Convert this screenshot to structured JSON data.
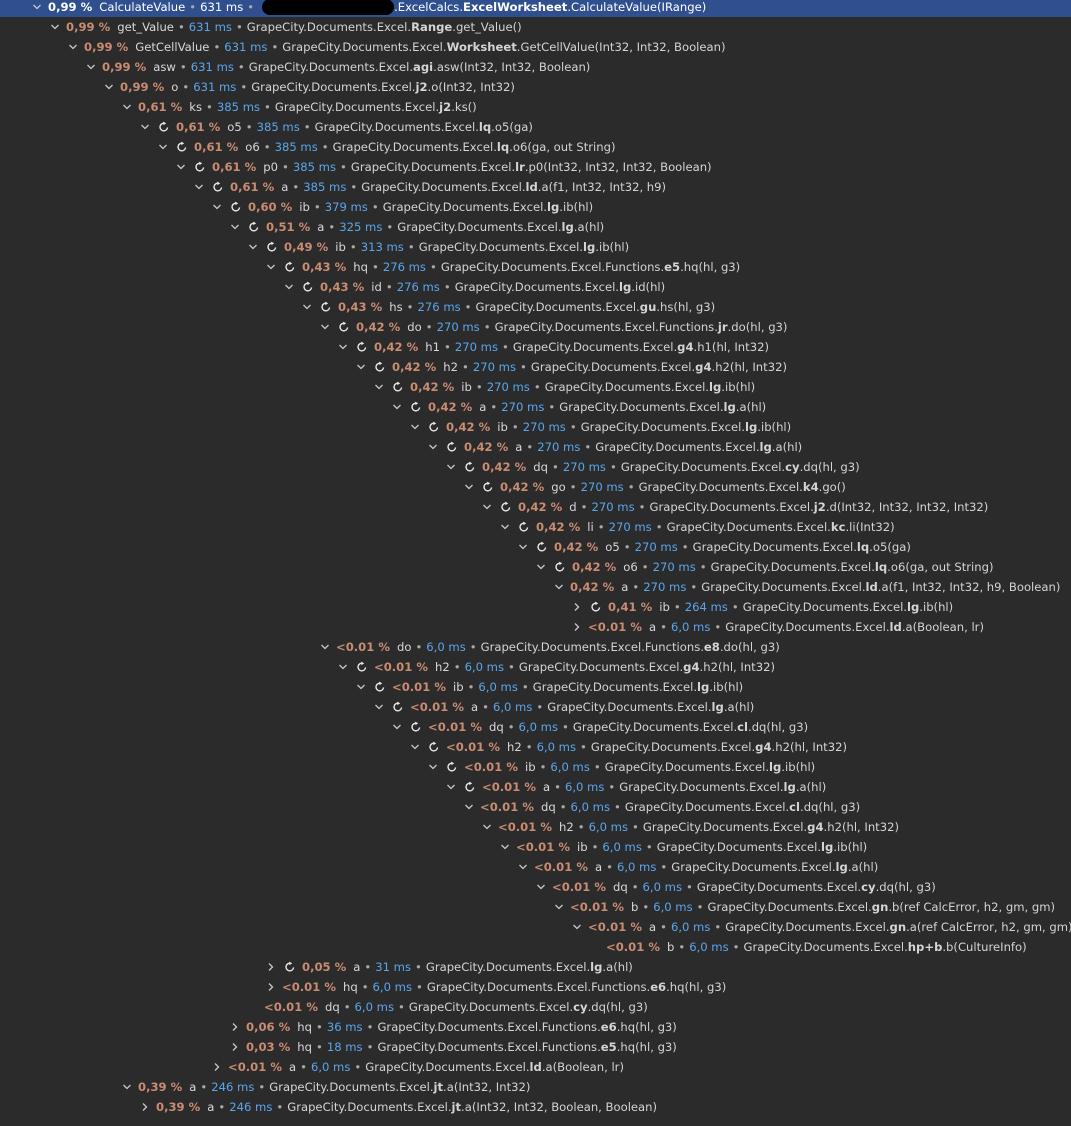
{
  "separator": "•",
  "rows": [
    {
      "d": 1,
      "e": "open",
      "r": false,
      "sel": true,
      "pct": "0,99 %",
      "name": "CalculateValue",
      "time": "631 ms",
      "pre": "",
      "redact": true,
      "ns": ".ExcelCalcs.",
      "cls": "ExcelWorksheet",
      "sig": ".CalculateValue(IRange)"
    },
    {
      "d": 2,
      "e": "open",
      "r": false,
      "pct": "0,99 %",
      "name": "get_Value",
      "time": "631 ms",
      "ns": "GrapeCity.Documents.Excel.",
      "cls": "Range",
      "sig": ".get_Value()"
    },
    {
      "d": 3,
      "e": "open",
      "r": false,
      "pct": "0,99 %",
      "name": "GetCellValue",
      "time": "631 ms",
      "ns": "GrapeCity.Documents.Excel.",
      "cls": "Worksheet",
      "sig": ".GetCellValue(Int32, Int32, Boolean)"
    },
    {
      "d": 4,
      "e": "open",
      "r": false,
      "pct": "0,99 %",
      "name": "asw",
      "time": "631 ms",
      "ns": "GrapeCity.Documents.Excel.",
      "cls": "agi",
      "sig": ".asw(Int32, Int32, Boolean)"
    },
    {
      "d": 5,
      "e": "open",
      "r": false,
      "pct": "0,99 %",
      "name": "o",
      "time": "631 ms",
      "ns": "GrapeCity.Documents.Excel.",
      "cls": "j2",
      "sig": ".o(Int32, Int32)"
    },
    {
      "d": 6,
      "e": "open",
      "r": false,
      "pct": "0,61 %",
      "name": "ks",
      "time": "385 ms",
      "ns": "GrapeCity.Documents.Excel.",
      "cls": "j2",
      "sig": ".ks()"
    },
    {
      "d": 7,
      "e": "open",
      "r": true,
      "pct": "0,61 %",
      "name": "o5",
      "time": "385 ms",
      "ns": "GrapeCity.Documents.Excel.",
      "cls": "lq",
      "sig": ".o5(ga)"
    },
    {
      "d": 8,
      "e": "open",
      "r": true,
      "pct": "0,61 %",
      "name": "o6",
      "time": "385 ms",
      "ns": "GrapeCity.Documents.Excel.",
      "cls": "lq",
      "sig": ".o6(ga, out String)"
    },
    {
      "d": 9,
      "e": "open",
      "r": true,
      "pct": "0,61 %",
      "name": "p0",
      "time": "385 ms",
      "ns": "GrapeCity.Documents.Excel.",
      "cls": "lr",
      "sig": ".p0(Int32, Int32, Int32, Boolean)"
    },
    {
      "d": 10,
      "e": "open",
      "r": true,
      "pct": "0,61 %",
      "name": "a",
      "time": "385 ms",
      "ns": "GrapeCity.Documents.Excel.",
      "cls": "ld",
      "sig": ".a(f1, Int32, Int32, h9)"
    },
    {
      "d": 11,
      "e": "open",
      "r": true,
      "pct": "0,60 %",
      "name": "ib",
      "time": "379 ms",
      "ns": "GrapeCity.Documents.Excel.",
      "cls": "lg",
      "sig": ".ib(hl)"
    },
    {
      "d": 12,
      "e": "open",
      "r": true,
      "pct": "0,51 %",
      "name": "a",
      "time": "325 ms",
      "ns": "GrapeCity.Documents.Excel.",
      "cls": "lg",
      "sig": ".a(hl)"
    },
    {
      "d": 13,
      "e": "open",
      "r": true,
      "pct": "0,49 %",
      "name": "ib",
      "time": "313 ms",
      "ns": "GrapeCity.Documents.Excel.",
      "cls": "lg",
      "sig": ".ib(hl)"
    },
    {
      "d": 14,
      "e": "open",
      "r": true,
      "pct": "0,43 %",
      "name": "hq",
      "time": "276 ms",
      "ns": "GrapeCity.Documents.Excel.Functions.",
      "cls": "e5",
      "sig": ".hq(hl, g3)"
    },
    {
      "d": 15,
      "e": "open",
      "r": true,
      "pct": "0,43 %",
      "name": "id",
      "time": "276 ms",
      "ns": "GrapeCity.Documents.Excel.",
      "cls": "lg",
      "sig": ".id(hl)"
    },
    {
      "d": 16,
      "e": "open",
      "r": true,
      "pct": "0,43 %",
      "name": "hs",
      "time": "276 ms",
      "ns": "GrapeCity.Documents.Excel.",
      "cls": "gu",
      "sig": ".hs(hl, g3)"
    },
    {
      "d": 17,
      "e": "open",
      "r": true,
      "pct": "0,42 %",
      "name": "do",
      "time": "270 ms",
      "ns": "GrapeCity.Documents.Excel.Functions.",
      "cls": "jr",
      "sig": ".do(hl, g3)"
    },
    {
      "d": 18,
      "e": "open",
      "r": true,
      "pct": "0,42 %",
      "name": "h1",
      "time": "270 ms",
      "ns": "GrapeCity.Documents.Excel.",
      "cls": "g4",
      "sig": ".h1(hl, Int32)"
    },
    {
      "d": 19,
      "e": "open",
      "r": true,
      "pct": "0,42 %",
      "name": "h2",
      "time": "270 ms",
      "ns": "GrapeCity.Documents.Excel.",
      "cls": "g4",
      "sig": ".h2(hl, Int32)"
    },
    {
      "d": 20,
      "e": "open",
      "r": true,
      "pct": "0,42 %",
      "name": "ib",
      "time": "270 ms",
      "ns": "GrapeCity.Documents.Excel.",
      "cls": "lg",
      "sig": ".ib(hl)"
    },
    {
      "d": 21,
      "e": "open",
      "r": true,
      "pct": "0,42 %",
      "name": "a",
      "time": "270 ms",
      "ns": "GrapeCity.Documents.Excel.",
      "cls": "lg",
      "sig": ".a(hl)"
    },
    {
      "d": 22,
      "e": "open",
      "r": true,
      "pct": "0,42 %",
      "name": "ib",
      "time": "270 ms",
      "ns": "GrapeCity.Documents.Excel.",
      "cls": "lg",
      "sig": ".ib(hl)"
    },
    {
      "d": 23,
      "e": "open",
      "r": true,
      "pct": "0,42 %",
      "name": "a",
      "time": "270 ms",
      "ns": "GrapeCity.Documents.Excel.",
      "cls": "lg",
      "sig": ".a(hl)"
    },
    {
      "d": 24,
      "e": "open",
      "r": true,
      "pct": "0,42 %",
      "name": "dq",
      "time": "270 ms",
      "ns": "GrapeCity.Documents.Excel.",
      "cls": "cy",
      "sig": ".dq(hl, g3)"
    },
    {
      "d": 25,
      "e": "open",
      "r": true,
      "pct": "0,42 %",
      "name": "go",
      "time": "270 ms",
      "ns": "GrapeCity.Documents.Excel.",
      "cls": "k4",
      "sig": ".go()"
    },
    {
      "d": 26,
      "e": "open",
      "r": true,
      "pct": "0,42 %",
      "name": "d",
      "time": "270 ms",
      "ns": "GrapeCity.Documents.Excel.",
      "cls": "j2",
      "sig": ".d(Int32, Int32, Int32, Int32)"
    },
    {
      "d": 27,
      "e": "open",
      "r": true,
      "pct": "0,42 %",
      "name": "li",
      "time": "270 ms",
      "ns": "GrapeCity.Documents.Excel.",
      "cls": "kc",
      "sig": ".li(Int32)"
    },
    {
      "d": 28,
      "e": "open",
      "r": true,
      "pct": "0,42 %",
      "name": "o5",
      "time": "270 ms",
      "ns": "GrapeCity.Documents.Excel.",
      "cls": "lq",
      "sig": ".o5(ga)"
    },
    {
      "d": 29,
      "e": "open",
      "r": true,
      "pct": "0,42 %",
      "name": "o6",
      "time": "270 ms",
      "ns": "GrapeCity.Documents.Excel.",
      "cls": "lq",
      "sig": ".o6(ga, out String)"
    },
    {
      "d": 30,
      "e": "open",
      "r": false,
      "pct": "0,42 %",
      "name": "a",
      "time": "270 ms",
      "ns": "GrapeCity.Documents.Excel.",
      "cls": "ld",
      "sig": ".a(f1, Int32, Int32, h9, Boolean)"
    },
    {
      "d": 31,
      "e": "closed",
      "r": true,
      "pct": "0,41 %",
      "name": "ib",
      "time": "264 ms",
      "ns": "GrapeCity.Documents.Excel.",
      "cls": "lg",
      "sig": ".ib(hl)"
    },
    {
      "d": 31,
      "e": "closed",
      "r": false,
      "pct": "<0.01 %",
      "name": "a",
      "time": "6,0 ms",
      "ns": "GrapeCity.Documents.Excel.",
      "cls": "ld",
      "sig": ".a(Boolean, lr)"
    },
    {
      "d": 17,
      "e": "open",
      "r": false,
      "pct": "<0.01 %",
      "name": "do",
      "time": "6,0 ms",
      "ns": "GrapeCity.Documents.Excel.Functions.",
      "cls": "e8",
      "sig": ".do(hl, g3)"
    },
    {
      "d": 18,
      "e": "open",
      "r": true,
      "pct": "<0.01 %",
      "name": "h2",
      "time": "6,0 ms",
      "ns": "GrapeCity.Documents.Excel.",
      "cls": "g4",
      "sig": ".h2(hl, Int32)"
    },
    {
      "d": 19,
      "e": "open",
      "r": true,
      "pct": "<0.01 %",
      "name": "ib",
      "time": "6,0 ms",
      "ns": "GrapeCity.Documents.Excel.",
      "cls": "lg",
      "sig": ".ib(hl)"
    },
    {
      "d": 20,
      "e": "open",
      "r": true,
      "pct": "<0.01 %",
      "name": "a",
      "time": "6,0 ms",
      "ns": "GrapeCity.Documents.Excel.",
      "cls": "lg",
      "sig": ".a(hl)"
    },
    {
      "d": 21,
      "e": "open",
      "r": true,
      "pct": "<0.01 %",
      "name": "dq",
      "time": "6,0 ms",
      "ns": "GrapeCity.Documents.Excel.",
      "cls": "cl",
      "sig": ".dq(hl, g3)"
    },
    {
      "d": 22,
      "e": "open",
      "r": true,
      "pct": "<0.01 %",
      "name": "h2",
      "time": "6,0 ms",
      "ns": "GrapeCity.Documents.Excel.",
      "cls": "g4",
      "sig": ".h2(hl, Int32)"
    },
    {
      "d": 23,
      "e": "open",
      "r": true,
      "pct": "<0.01 %",
      "name": "ib",
      "time": "6,0 ms",
      "ns": "GrapeCity.Documents.Excel.",
      "cls": "lg",
      "sig": ".ib(hl)"
    },
    {
      "d": 24,
      "e": "open",
      "r": true,
      "pct": "<0.01 %",
      "name": "a",
      "time": "6,0 ms",
      "ns": "GrapeCity.Documents.Excel.",
      "cls": "lg",
      "sig": ".a(hl)"
    },
    {
      "d": 25,
      "e": "open",
      "r": false,
      "pct": "<0.01 %",
      "name": "dq",
      "time": "6,0 ms",
      "ns": "GrapeCity.Documents.Excel.",
      "cls": "cl",
      "sig": ".dq(hl, g3)"
    },
    {
      "d": 26,
      "e": "open",
      "r": false,
      "pct": "<0.01 %",
      "name": "h2",
      "time": "6,0 ms",
      "ns": "GrapeCity.Documents.Excel.",
      "cls": "g4",
      "sig": ".h2(hl, Int32)"
    },
    {
      "d": 27,
      "e": "open",
      "r": false,
      "pct": "<0.01 %",
      "name": "ib",
      "time": "6,0 ms",
      "ns": "GrapeCity.Documents.Excel.",
      "cls": "lg",
      "sig": ".ib(hl)"
    },
    {
      "d": 28,
      "e": "open",
      "r": false,
      "pct": "<0.01 %",
      "name": "a",
      "time": "6,0 ms",
      "ns": "GrapeCity.Documents.Excel.",
      "cls": "lg",
      "sig": ".a(hl)"
    },
    {
      "d": 29,
      "e": "open",
      "r": false,
      "pct": "<0.01 %",
      "name": "dq",
      "time": "6,0 ms",
      "ns": "GrapeCity.Documents.Excel.",
      "cls": "cy",
      "sig": ".dq(hl, g3)"
    },
    {
      "d": 30,
      "e": "open",
      "r": false,
      "pct": "<0.01 %",
      "name": "b",
      "time": "6,0 ms",
      "ns": "GrapeCity.Documents.Excel.",
      "cls": "gn",
      "sig": ".b(ref CalcError, h2, gm, gm)"
    },
    {
      "d": 31,
      "e": "open",
      "r": false,
      "pct": "<0.01 %",
      "name": "a",
      "time": "6,0 ms",
      "ns": "GrapeCity.Documents.Excel.",
      "cls": "gn",
      "sig": ".a(ref CalcError, h2, gm, gm)"
    },
    {
      "d": 32,
      "e": "leaf",
      "r": false,
      "pct": "<0.01 %",
      "name": "b",
      "time": "6,0 ms",
      "ns": "GrapeCity.Documents.Excel.",
      "cls": "hp+b",
      "sig": ".b(CultureInfo)"
    },
    {
      "d": 14,
      "e": "closed",
      "r": true,
      "pct": "0,05 %",
      "name": "a",
      "time": "31 ms",
      "ns": "GrapeCity.Documents.Excel.",
      "cls": "lg",
      "sig": ".a(hl)"
    },
    {
      "d": 14,
      "e": "closed",
      "r": false,
      "pct": "<0.01 %",
      "name": "hq",
      "time": "6,0 ms",
      "ns": "GrapeCity.Documents.Excel.Functions.",
      "cls": "e6",
      "sig": ".hq(hl, g3)"
    },
    {
      "d": 13,
      "e": "leaf",
      "r": false,
      "pct": "<0.01 %",
      "name": "dq",
      "time": "6,0 ms",
      "ns": "GrapeCity.Documents.Excel.",
      "cls": "cy",
      "sig": ".dq(hl, g3)"
    },
    {
      "d": 12,
      "e": "closed",
      "r": false,
      "pct": "0,06 %",
      "name": "hq",
      "time": "36 ms",
      "ns": "GrapeCity.Documents.Excel.Functions.",
      "cls": "e6",
      "sig": ".hq(hl, g3)"
    },
    {
      "d": 12,
      "e": "closed",
      "r": false,
      "pct": "0,03 %",
      "name": "hq",
      "time": "18 ms",
      "ns": "GrapeCity.Documents.Excel.Functions.",
      "cls": "e5",
      "sig": ".hq(hl, g3)"
    },
    {
      "d": 11,
      "e": "closed",
      "r": false,
      "pct": "<0.01 %",
      "name": "a",
      "time": "6,0 ms",
      "ns": "GrapeCity.Documents.Excel.",
      "cls": "ld",
      "sig": ".a(Boolean, lr)"
    },
    {
      "d": 6,
      "e": "open",
      "r": false,
      "pct": "0,39 %",
      "name": "a",
      "time": "246 ms",
      "ns": "GrapeCity.Documents.Excel.",
      "cls": "jt",
      "sig": ".a(Int32, Int32)"
    },
    {
      "d": 7,
      "e": "closed",
      "r": false,
      "pct": "0,39 %",
      "name": "a",
      "time": "246 ms",
      "ns": "GrapeCity.Documents.Excel.",
      "cls": "jt",
      "sig": ".a(Int32, Int32, Boolean, Boolean)"
    }
  ]
}
